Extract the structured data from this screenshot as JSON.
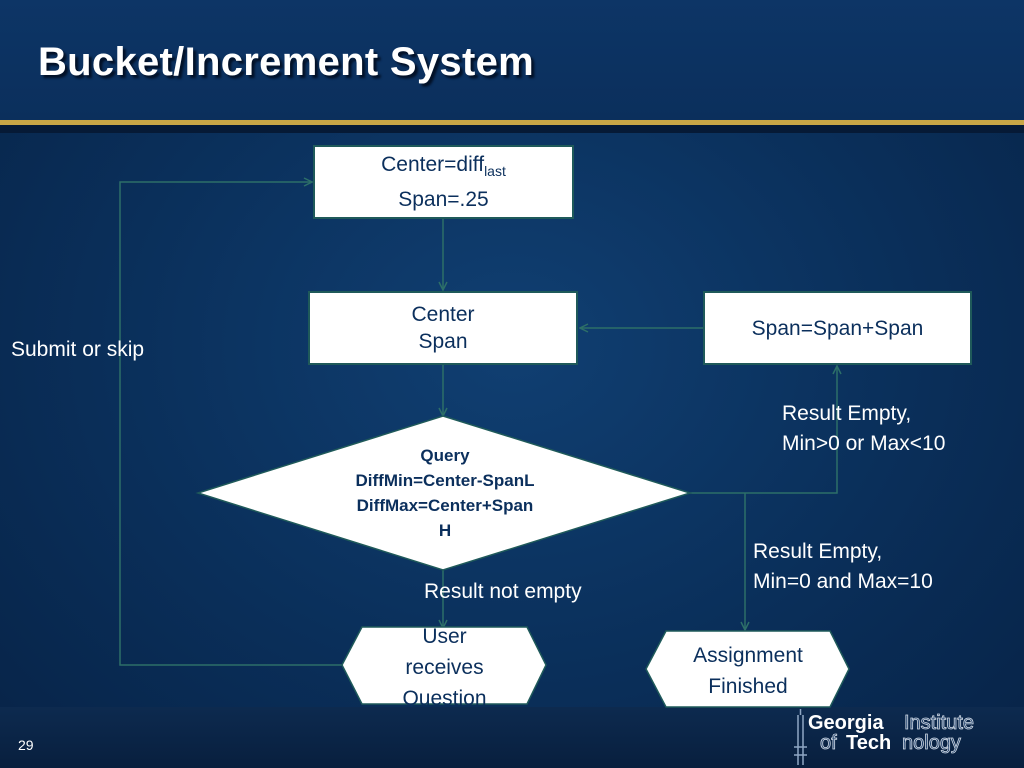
{
  "slide": {
    "title": "Bucket/Increment System",
    "page_number": "29"
  },
  "nodes": {
    "init": {
      "line1_main": "Center=diff",
      "line1_sub": "last",
      "line2": "Span=.25"
    },
    "center_span": {
      "line1": "Center",
      "line2": "Span"
    },
    "span_update": {
      "text": "Span=Span+Span"
    },
    "query": {
      "line1": "Query",
      "line2": "DiffMin=Center-SpanL",
      "line3": "DiffMax=Center+Span",
      "line4": "H"
    },
    "user_question": {
      "line1": "User",
      "line2": "receives",
      "line3": "Question"
    },
    "assignment": {
      "line1": "Assignment",
      "line2": "Finished"
    }
  },
  "edge_labels": {
    "submit_or_skip": "Submit or skip",
    "result_empty_partial": {
      "line1": "Result Empty,",
      "line2": "Min>0 or Max<10"
    },
    "result_empty_full": {
      "line1": "Result Empty,",
      "line2": "Min=0 and Max=10"
    },
    "result_not_empty": "Result not empty"
  },
  "logo": {
    "word1": "Georgia",
    "word2": "Institute",
    "word3": "of",
    "word4": "Tech",
    "word5": "nology"
  },
  "colors": {
    "background": "#0a2f5a",
    "accent_gold": "#c9a646",
    "connector": "#2d6f68",
    "node_text": "#0b2f5c"
  }
}
